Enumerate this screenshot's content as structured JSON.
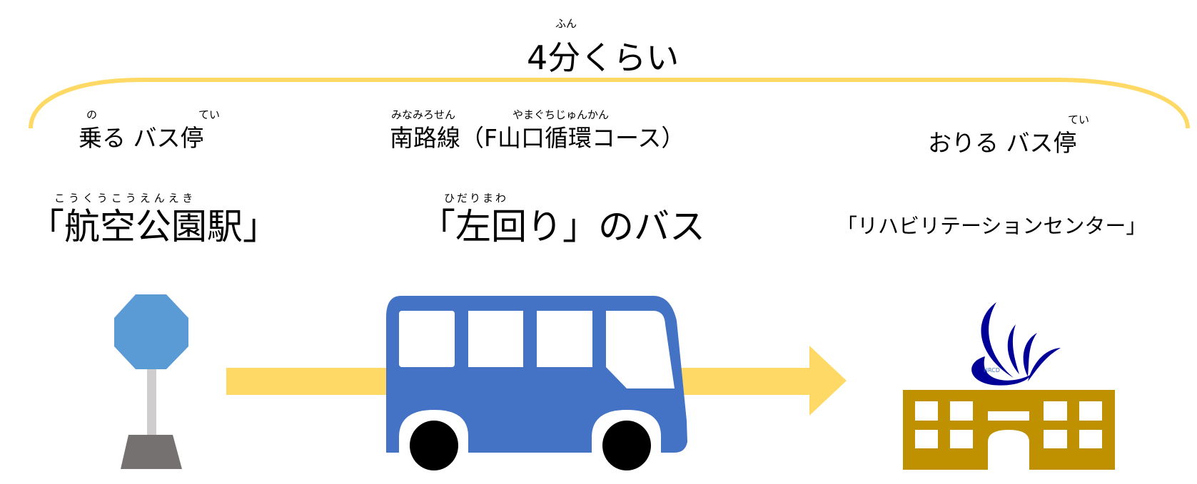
{
  "duration": {
    "ruby": "ふん",
    "text": "4分くらい"
  },
  "board_stop": {
    "label": "乗る バス停",
    "ruby_noru": "の",
    "ruby_tei": "てい",
    "name": "「航空公園駅」",
    "name_ruby": "こうくうこうえんえき"
  },
  "route": {
    "label": "南路線（F山口循環コース）",
    "ruby_minami": "みなみろせん",
    "ruby_yamaguchi": "やまぐちじゅんかん",
    "bus": "「左回り」のバス",
    "bus_ruby": "ひだりまわ"
  },
  "alight_stop": {
    "label": "おりる バス停",
    "ruby_tei": "てい",
    "name": "「リハビリテーションセンター」"
  },
  "logo": {
    "text": "NRCD"
  },
  "colors": {
    "accent": "#FFD966",
    "bus": "#4472C4",
    "sign": "#5B9BD5",
    "pole": "#CFCDCD",
    "base": "#767171",
    "building": "#BF9000",
    "logo": "#000099"
  }
}
